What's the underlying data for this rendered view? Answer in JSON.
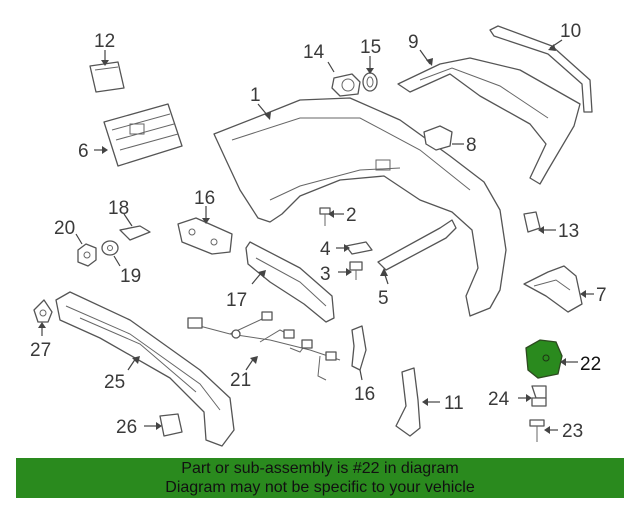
{
  "callouts": {
    "p1": "1",
    "p2": "2",
    "p3": "3",
    "p4": "4",
    "p5": "5",
    "p6": "6",
    "p7": "7",
    "p8": "8",
    "p9": "9",
    "p10": "10",
    "p11": "11",
    "p12": "12",
    "p13": "13",
    "p14": "14",
    "p15": "15",
    "p16a": "16",
    "p16b": "16",
    "p17": "17",
    "p18": "18",
    "p19": "19",
    "p20": "20",
    "p21": "21",
    "p22": "22",
    "p23": "23",
    "p24": "24",
    "p25": "25",
    "p26": "26",
    "p27": "27"
  },
  "highlight": {
    "part_number": "22",
    "color": "#2a8a1e"
  },
  "banner": {
    "line1": "Part or sub-assembly is #22 in diagram",
    "line2": "Diagram may not be specific to your vehicle",
    "background": "#2a8a1e"
  }
}
